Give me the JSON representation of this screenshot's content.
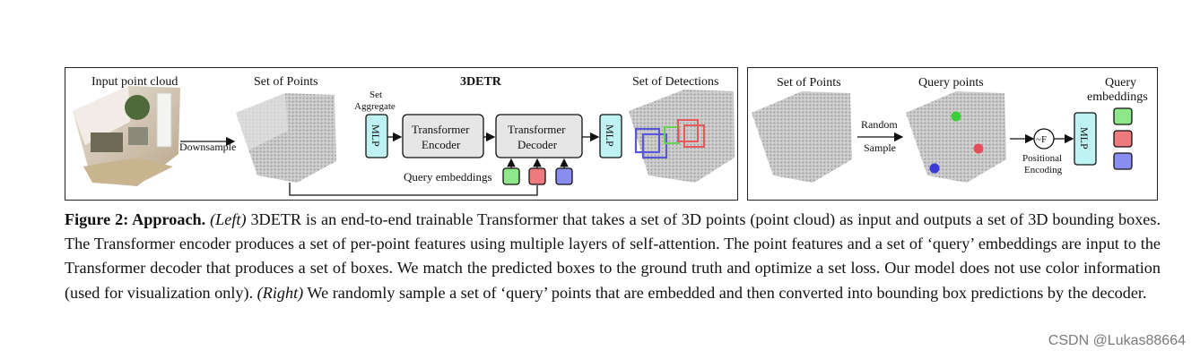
{
  "figure": {
    "left": {
      "title": "3DETR",
      "input_label": "Input point cloud",
      "points_label": "Set of Points",
      "set_aggregate": [
        "Set",
        "Aggregate"
      ],
      "downsample": "Downsample",
      "mlp_label": "MLP",
      "encoder_label": [
        "Transformer",
        "Encoder"
      ],
      "decoder_label": [
        "Transformer",
        "Decoder"
      ],
      "mlp2_label": "MLP",
      "detections_label": "Set of Detections",
      "query_embeddings_label": "Query embeddings"
    },
    "right": {
      "points_label": "Set of Points",
      "query_points_label": "Query points",
      "query_embeddings_label": [
        "Query",
        "embeddings"
      ],
      "random_sample": [
        "Random",
        "Sample"
      ],
      "positional_encoding": [
        "Positional",
        "Encoding"
      ],
      "pe_symbol": "~F",
      "mlp_label": "MLP"
    },
    "colors": {
      "green": "#8ee88a",
      "red": "#ef7a7e",
      "blue": "#8a8df0",
      "cyan": "#bff3f3"
    }
  },
  "caption": {
    "label": "Figure 2: Approach.",
    "left_tag": "(Left)",
    "text1": " 3DETR is an end-to-end trainable Transformer that takes a set of 3D points (point cloud) as input and outputs a set of 3D bounding boxes. The Transformer encoder produces a set of per-point features using multiple layers of self-attention. The point features and a set of ‘query’ embeddings are input to the Transformer decoder that produces a set of boxes. We match the predicted boxes to the ground truth and optimize a set loss. Our model does not use color information (used for visualization only). ",
    "right_tag": "(Right)",
    "text2": " We randomly sample a set of ‘query’ points that are embedded and then converted into bounding box predictions by the decoder."
  },
  "watermark": "CSDN @Lukas88664"
}
